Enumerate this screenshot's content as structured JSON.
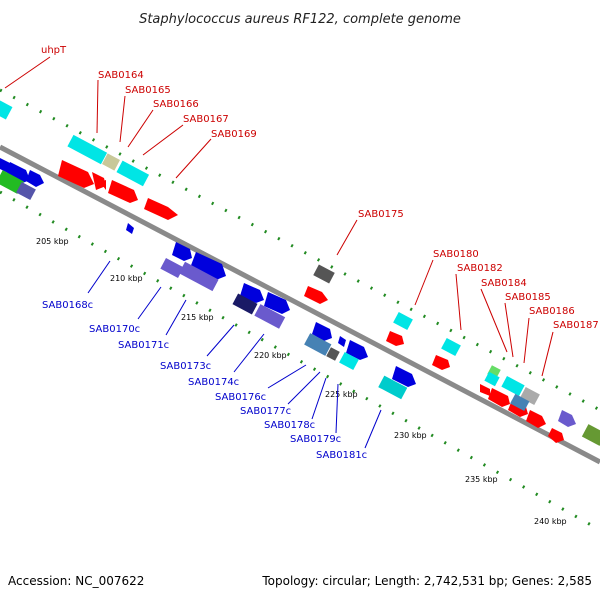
{
  "title": "Staphylococcus aureus RF122, complete genome",
  "footer": {
    "accession": "Accession: NC_007622",
    "summary": "Topology: circular; Length: 2,742,531 bp; Genes: 2,585"
  },
  "colors": {
    "forward_label": "#cc0000",
    "reverse_label": "#0000cc",
    "backbone": "#8a8a8a",
    "tick": "#228b22"
  },
  "ticks": [
    "205 kbp",
    "210 kbp",
    "215 kbp",
    "220 kbp",
    "225 kbp",
    "230 kbp",
    "235 kbp",
    "240 kbp"
  ],
  "forward_genes": [
    "uhpT",
    "SAB0164",
    "SAB0165",
    "SAB0166",
    "SAB0167",
    "SAB0169",
    "SAB0175",
    "SAB0180",
    "SAB0182",
    "SAB0184",
    "SAB0185",
    "SAB0186",
    "SAB0187"
  ],
  "reverse_genes": [
    "SAB0168c",
    "SAB0170c",
    "SAB0171c",
    "SAB0173c",
    "SAB0174c",
    "SAB0176c",
    "SAB0177c",
    "SAB0178c",
    "SAB0179c",
    "SAB0181c"
  ]
}
